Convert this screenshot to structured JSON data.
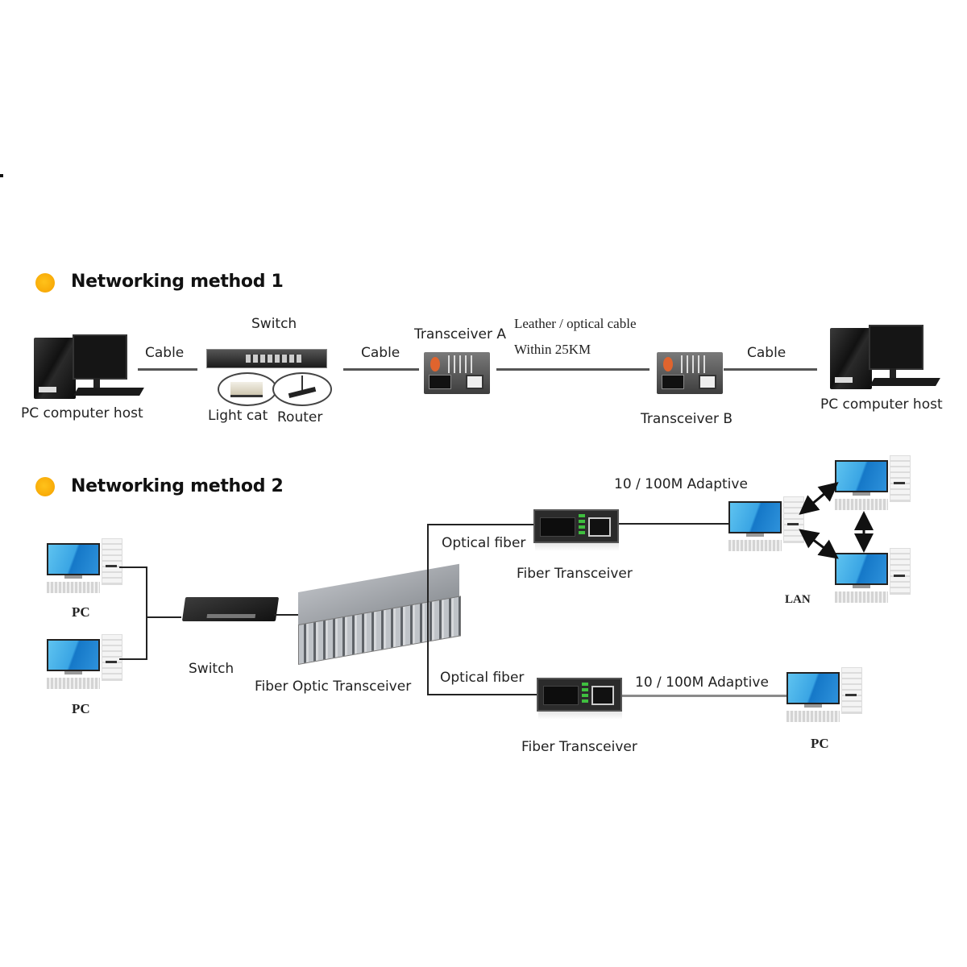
{
  "method1": {
    "heading": "Networking method 1",
    "bullet_color": "#F5A800",
    "nodes": {
      "pc_left": "PC computer host",
      "switch": "Switch",
      "light_cat": "Light cat",
      "router": "Router",
      "transceiver_a": "Transceiver A",
      "transceiver_b": "Transceiver B",
      "pc_right": "PC computer host"
    },
    "links": {
      "cable_1": "Cable",
      "cable_2": "Cable",
      "optical_line1": "Leather / optical cable",
      "optical_line2": "Within 25KM",
      "cable_3": "Cable"
    }
  },
  "method2": {
    "heading": "Networking method 2",
    "bullet_color": "#F5A800",
    "nodes": {
      "pc_top": "PC",
      "pc_bottom": "PC",
      "switch": "Switch",
      "chassis": "Fiber Optic Transceiver",
      "fiber_transceiver_top": "Fiber Transceiver",
      "fiber_transceiver_bottom": "Fiber Transceiver",
      "lan": "LAN",
      "pc_remote": "PC"
    },
    "links": {
      "optical_fiber_top": "Optical fiber",
      "optical_fiber_bottom": "Optical fiber",
      "adaptive_top": "10 / 100M Adaptive",
      "adaptive_bottom": "10 / 100M Adaptive"
    }
  }
}
